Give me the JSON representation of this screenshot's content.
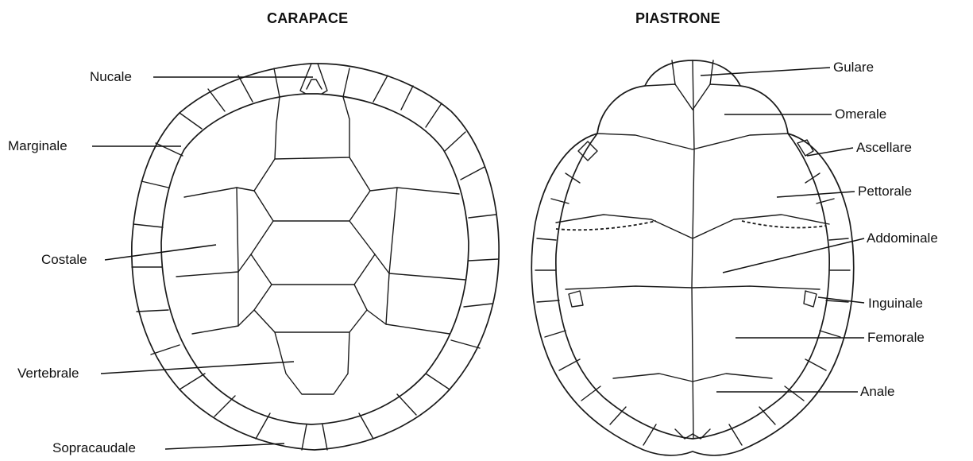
{
  "titles": {
    "carapace": "CARAPACE",
    "plastron": "PIASTRONE"
  },
  "carapace_labels": {
    "nucal": "Nucale",
    "marginal": "Marginale",
    "costal": "Costale",
    "vertebral": "Vertebrale",
    "supracaudal": "Sopracaudale"
  },
  "plastron_labels": {
    "gular": "Gulare",
    "humeral": "Omerale",
    "axillary": "Ascellare",
    "pectoral": "Pettorale",
    "abdominal": "Addominale",
    "inguinal": "Inguinale",
    "femoral": "Femorale",
    "anal": "Anale"
  }
}
